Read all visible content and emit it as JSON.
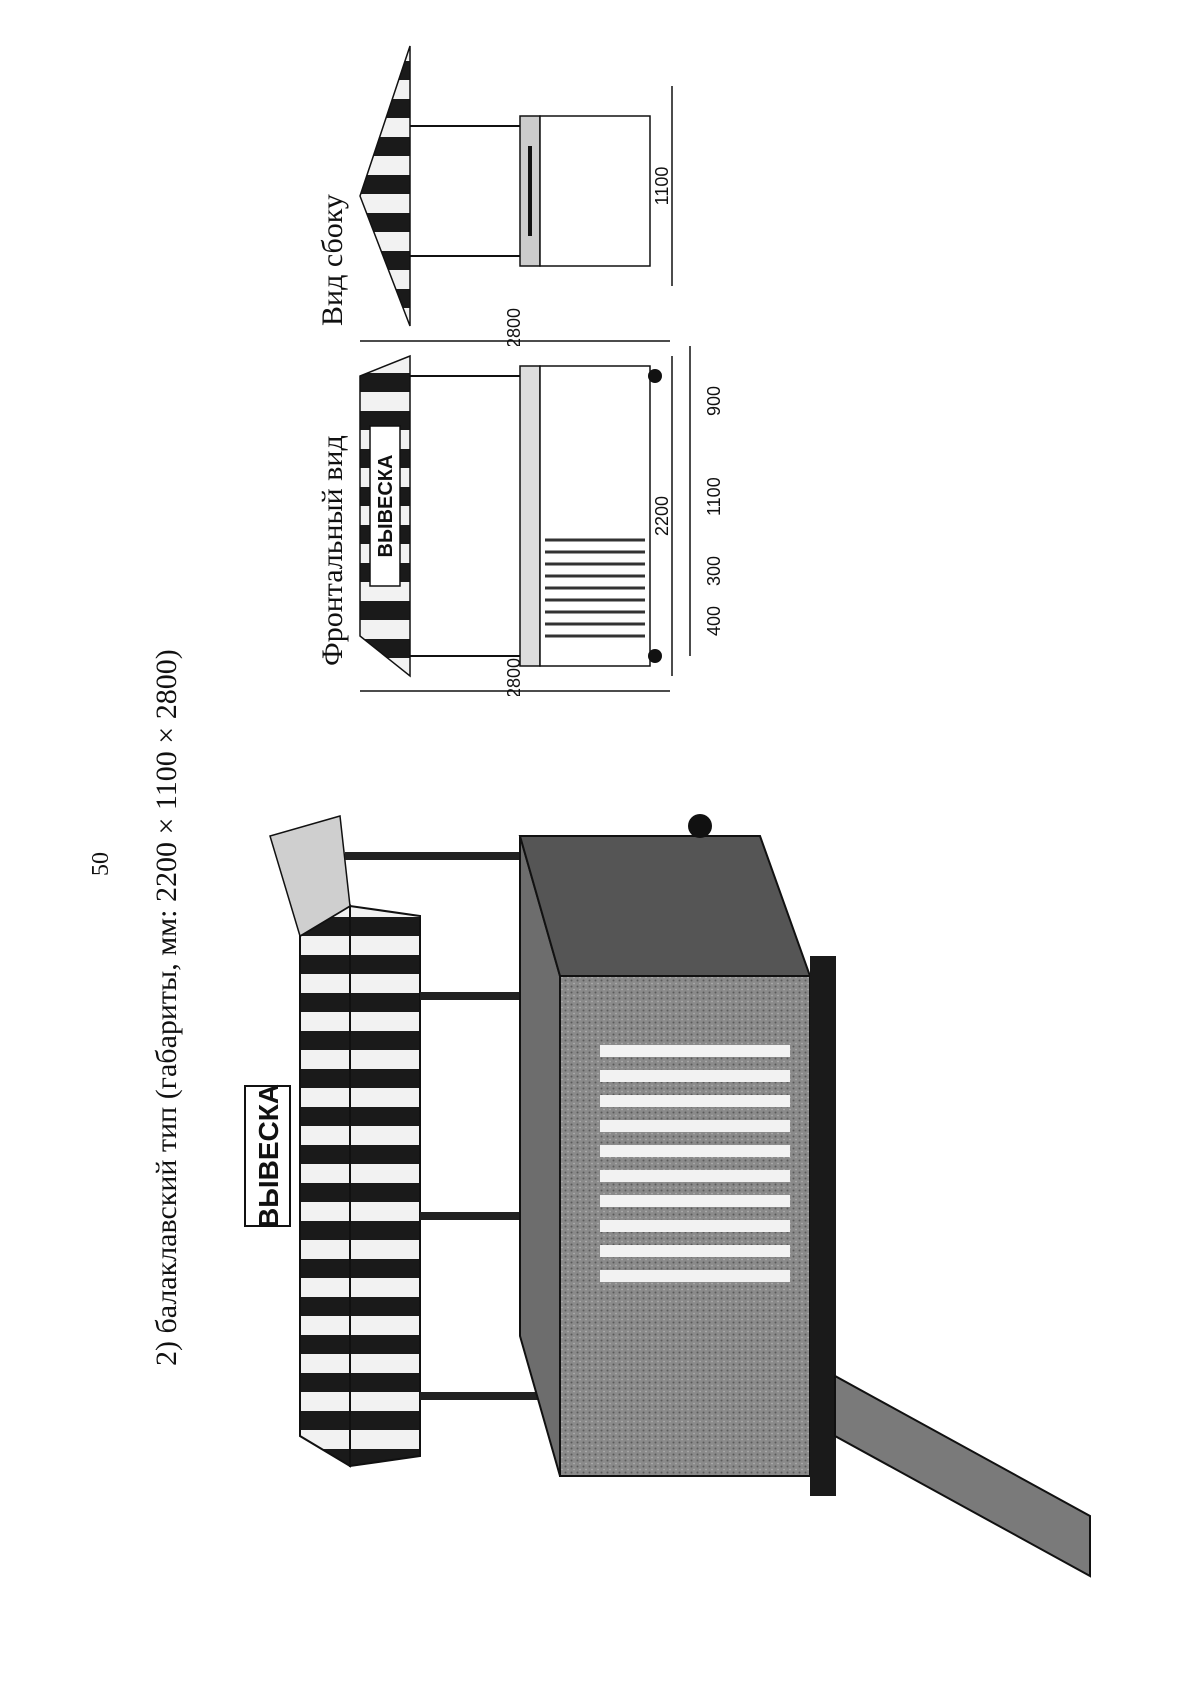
{
  "page": {
    "number": "50",
    "caption": "2) балаклавский тип (габариты, мм: 2200 × 1100 × 2800)"
  },
  "sign_text": "ВЫВЕСКА",
  "views": {
    "front": {
      "title": "Фронтальный вид",
      "dims": {
        "height": "2800",
        "width": "2200",
        "h1": "400",
        "h2": "300",
        "h3": "1100",
        "h4": "900"
      }
    },
    "side": {
      "title": "Вид сбоку",
      "dims": {
        "height": "2800",
        "depth": "1100"
      }
    }
  }
}
